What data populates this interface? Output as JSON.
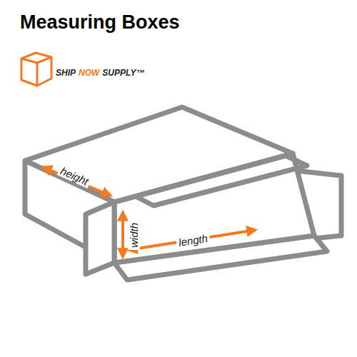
{
  "diagram": {
    "title": "Measuring Boxes",
    "labels": [
      "SHIP",
      "NOW",
      "SUPPLY™",
      "height",
      "width",
      "length"
    ]
  }
}
